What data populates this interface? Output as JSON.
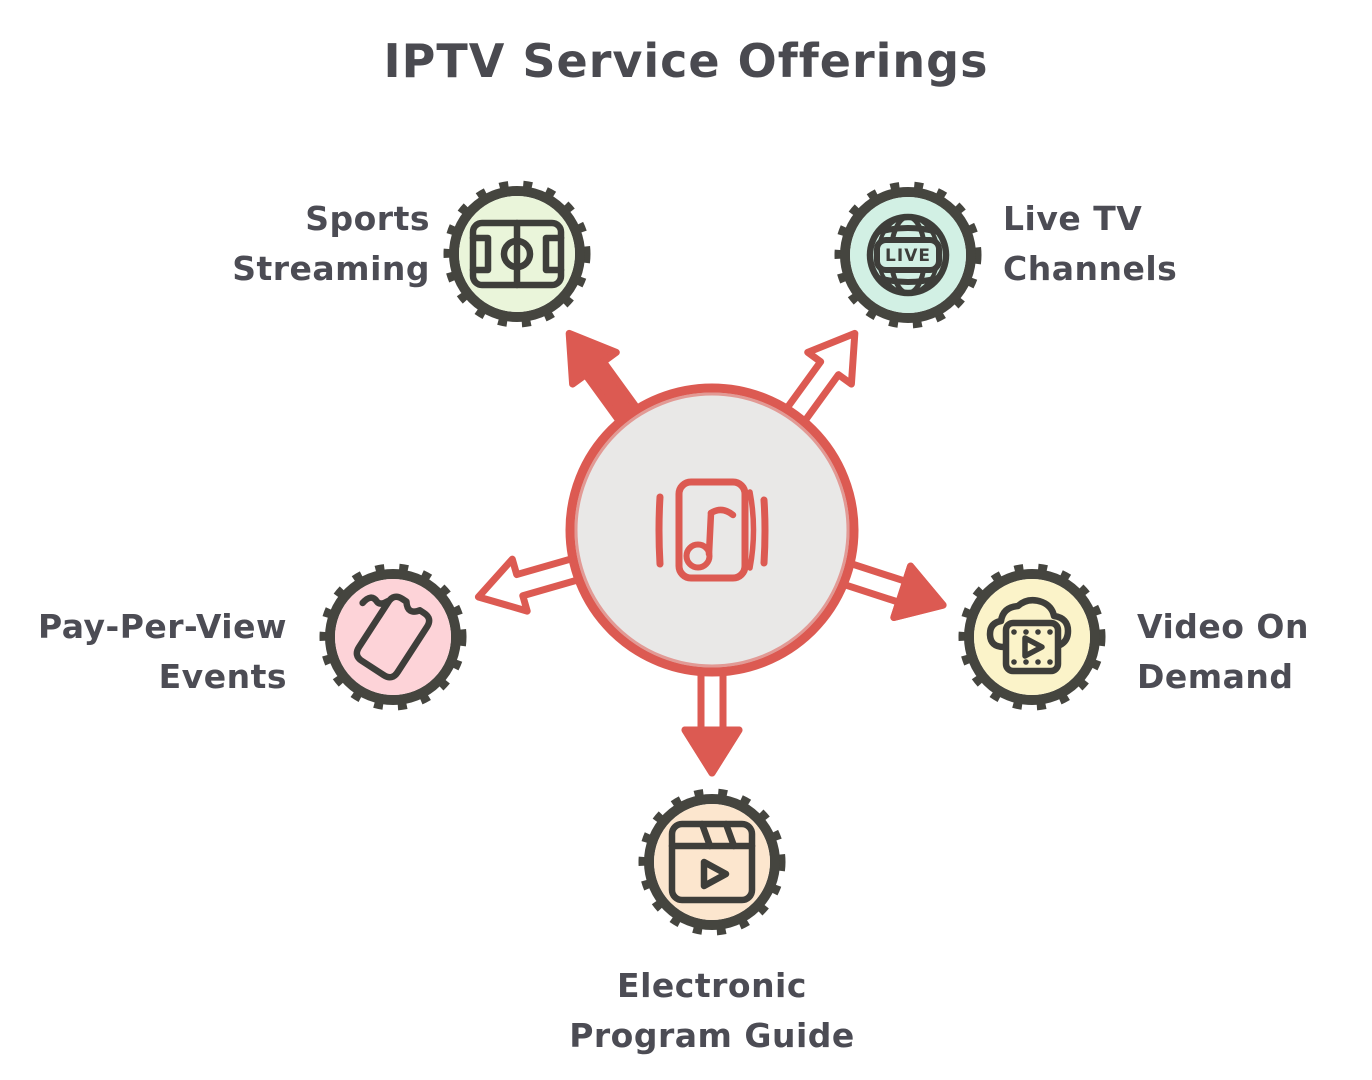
{
  "title": "IPTV Service Offerings",
  "colors": {
    "accent_red": "#dc5a52",
    "ring_dark": "#45453f",
    "text": "#4c4c54",
    "hub_fill": "#e9e8e7"
  },
  "hub": {
    "icon": "media-library-music-icon"
  },
  "nodes": [
    {
      "id": "sports-streaming",
      "label_line1": "Sports",
      "label_line2": "Streaming",
      "icon": "sports-field-icon",
      "fill": "#eaf5da"
    },
    {
      "id": "live-tv-channels",
      "label_line1": "Live TV",
      "label_line2": "Channels",
      "icon": "live-globe-icon",
      "badge": "LIVE",
      "fill": "#d2f0e4"
    },
    {
      "id": "pay-per-view-events",
      "label_line1": "Pay-Per-View",
      "label_line2": "Events",
      "icon": "ticket-icon",
      "fill": "#fdd3d8"
    },
    {
      "id": "video-on-demand",
      "label_line1": "Video On",
      "label_line2": "Demand",
      "icon": "cloud-video-icon",
      "fill": "#fbf3c9"
    },
    {
      "id": "electronic-program-guide",
      "label_line1": "Electronic",
      "label_line2": "Program Guide",
      "icon": "program-guide-icon",
      "fill": "#fce6ce"
    }
  ]
}
